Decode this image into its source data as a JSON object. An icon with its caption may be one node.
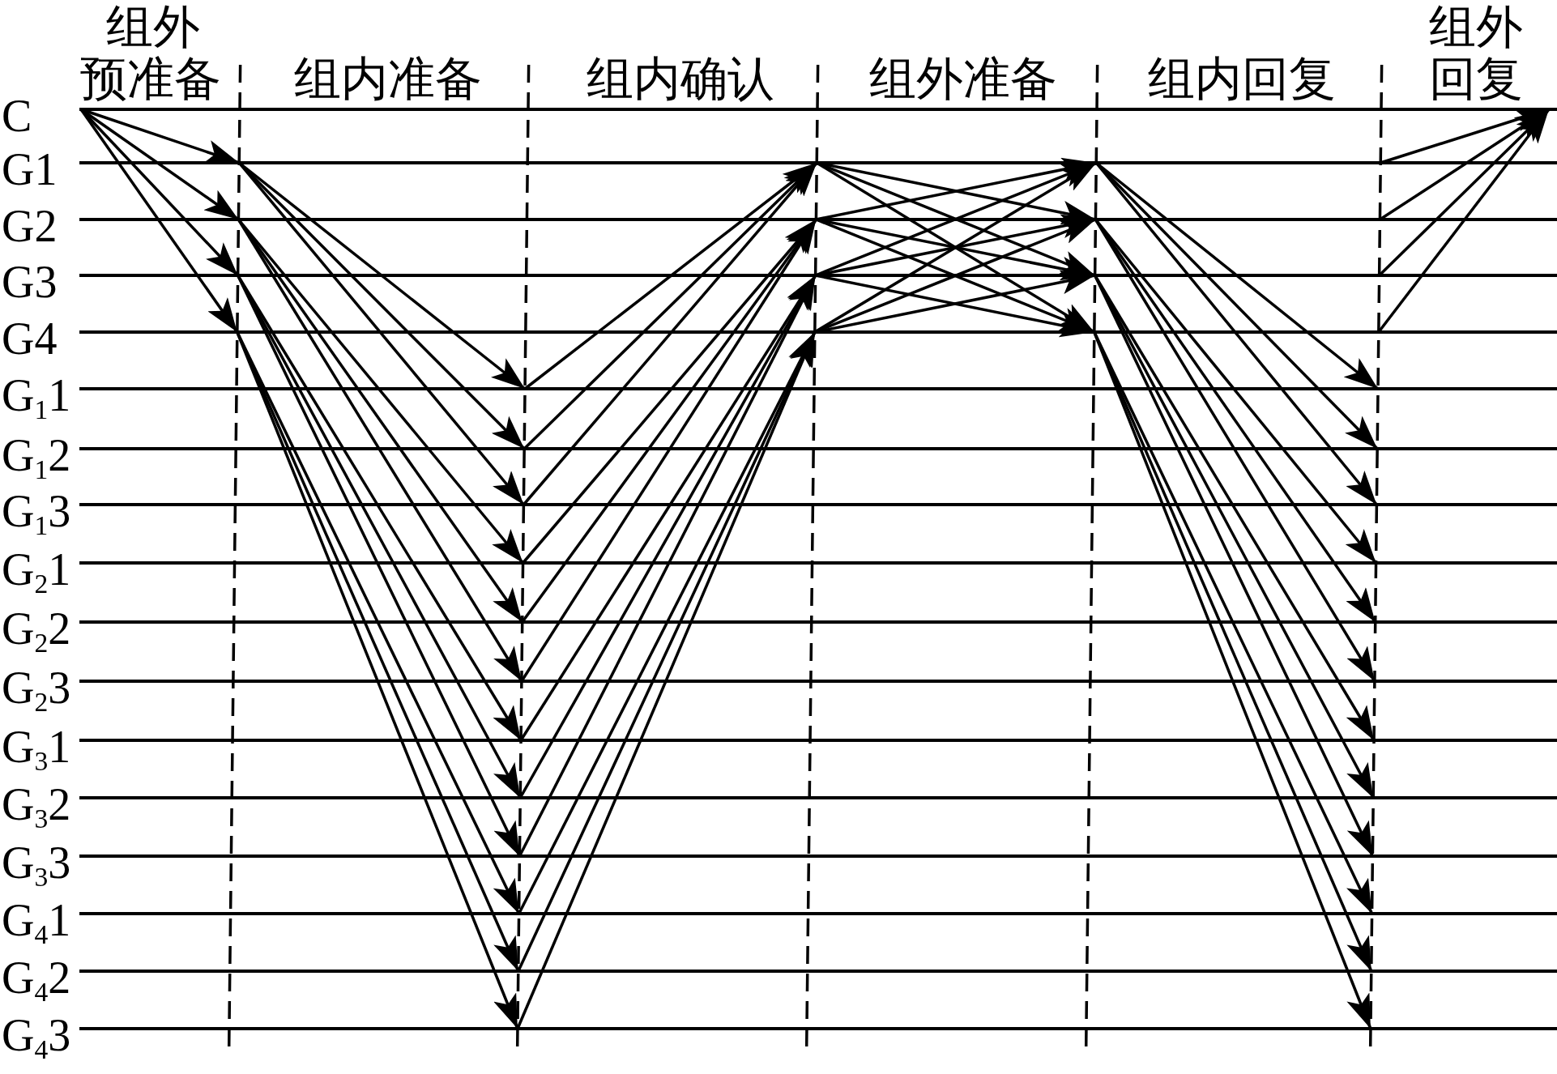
{
  "diagram": {
    "nodes": [
      {
        "text": [],
        "shape": "line",
        "beside": [
          "C"
        ]
      },
      {
        "text": [],
        "shape": "line",
        "beside": [
          "G1"
        ]
      },
      {
        "text": [],
        "shape": "line",
        "beside": [
          "G2"
        ]
      },
      {
        "text": [],
        "shape": "line",
        "beside": [
          "G3"
        ]
      },
      {
        "text": [],
        "shape": "line",
        "beside": [
          "G4"
        ]
      },
      {
        "text": [],
        "shape": "line",
        "beside": [
          "G$_{1}$1"
        ]
      },
      {
        "text": [],
        "shape": "line",
        "beside": [
          "G$_{1}$2"
        ]
      },
      {
        "text": [],
        "shape": "line",
        "beside": [
          "G$_{1}$3"
        ]
      },
      {
        "text": [],
        "shape": "line",
        "beside": [
          "G$_{2}$1"
        ]
      },
      {
        "text": [],
        "shape": "line",
        "beside": [
          "G$_{2}$2"
        ]
      },
      {
        "text": [],
        "shape": "line",
        "beside": [
          "G$_{2}$3"
        ]
      },
      {
        "text": [],
        "shape": "line",
        "beside": [
          "G$_{3}$1"
        ]
      },
      {
        "text": [],
        "shape": "line",
        "beside": [
          "G$_{3}$2"
        ]
      },
      {
        "text": [],
        "shape": "line",
        "beside": [
          "G$_{3}$3"
        ]
      },
      {
        "text": [],
        "shape": "line",
        "beside": [
          "G$_{4}$1"
        ]
      },
      {
        "text": [],
        "shape": "line",
        "beside": [
          "G$_{4}$2"
        ]
      },
      {
        "text": [],
        "shape": "line",
        "beside": [
          "G$_{4}$3"
        ]
      }
    ],
    "edges": [
      {
        "from": 0,
        "to": 1,
        "arrow": "to"
      },
      {
        "from": 0,
        "to": 2,
        "arrow": "to"
      },
      {
        "from": 0,
        "to": 3,
        "arrow": "to"
      },
      {
        "from": 0,
        "to": 4,
        "arrow": "to"
      },
      {
        "from": 1,
        "to": 5,
        "arrow": "to"
      },
      {
        "from": 1,
        "to": 6,
        "arrow": "to"
      },
      {
        "from": 1,
        "to": 7,
        "arrow": "to"
      },
      {
        "from": 2,
        "to": 8,
        "arrow": "to"
      },
      {
        "from": 2,
        "to": 9,
        "arrow": "to"
      },
      {
        "from": 2,
        "to": 10,
        "arrow": "to"
      },
      {
        "from": 3,
        "to": 11,
        "arrow": "to"
      },
      {
        "from": 3,
        "to": 12,
        "arrow": "to"
      },
      {
        "from": 3,
        "to": 13,
        "arrow": "to"
      },
      {
        "from": 4,
        "to": 14,
        "arrow": "to"
      },
      {
        "from": 4,
        "to": 15,
        "arrow": "to"
      },
      {
        "from": 4,
        "to": 16,
        "arrow": "to"
      },
      {
        "from": 5,
        "to": 1,
        "arrow": "to"
      },
      {
        "from": 6,
        "to": 1,
        "arrow": "to"
      },
      {
        "from": 7,
        "to": 1,
        "arrow": "to"
      },
      {
        "from": 8,
        "to": 2,
        "arrow": "to"
      },
      {
        "from": 9,
        "to": 2,
        "arrow": "to"
      },
      {
        "from": 10,
        "to": 2,
        "arrow": "to"
      },
      {
        "from": 11,
        "to": 3,
        "arrow": "to"
      },
      {
        "from": 12,
        "to": 3,
        "arrow": "to"
      },
      {
        "from": 13,
        "to": 3,
        "arrow": "to"
      },
      {
        "from": 14,
        "to": 4,
        "arrow": "to"
      },
      {
        "from": 15,
        "to": 4,
        "arrow": "to"
      },
      {
        "from": 16,
        "to": 4,
        "arrow": "to"
      },
      {
        "from": 1,
        "to": 2,
        "arrow": "to"
      },
      {
        "from": 1,
        "to": 3,
        "arrow": "to"
      },
      {
        "from": 1,
        "to": 4,
        "arrow": "to"
      },
      {
        "from": 2,
        "to": 1,
        "arrow": "to"
      },
      {
        "from": 2,
        "to": 3,
        "arrow": "to"
      },
      {
        "from": 2,
        "to": 4,
        "arrow": "to"
      },
      {
        "from": 3,
        "to": 1,
        "arrow": "to"
      },
      {
        "from": 3,
        "to": 2,
        "arrow": "to"
      },
      {
        "from": 3,
        "to": 4,
        "arrow": "to"
      },
      {
        "from": 4,
        "to": 1,
        "arrow": "to"
      },
      {
        "from": 4,
        "to": 2,
        "arrow": "to"
      },
      {
        "from": 4,
        "to": 3,
        "arrow": "to"
      },
      {
        "from": 1,
        "to": 5,
        "arrow": "to"
      },
      {
        "from": 1,
        "to": 6,
        "arrow": "to"
      },
      {
        "from": 1,
        "to": 7,
        "arrow": "to"
      },
      {
        "from": 2,
        "to": 8,
        "arrow": "to"
      },
      {
        "from": 2,
        "to": 9,
        "arrow": "to"
      },
      {
        "from": 2,
        "to": 10,
        "arrow": "to"
      },
      {
        "from": 3,
        "to": 11,
        "arrow": "to"
      },
      {
        "from": 3,
        "to": 12,
        "arrow": "to"
      },
      {
        "from": 3,
        "to": 13,
        "arrow": "to"
      },
      {
        "from": 4,
        "to": 14,
        "arrow": "to"
      },
      {
        "from": 4,
        "to": 15,
        "arrow": "to"
      },
      {
        "from": 4,
        "to": 16,
        "arrow": "to"
      },
      {
        "from": 1,
        "to": 0,
        "arrow": "to"
      },
      {
        "from": 2,
        "to": 0,
        "arrow": "to"
      },
      {
        "from": 3,
        "to": 0,
        "arrow": "to"
      },
      {
        "from": 4,
        "to": 0,
        "arrow": "to"
      }
    ],
    "labels": [
      "组外预准备",
      "组内准备",
      "组内确认",
      "组外准备",
      "组内回复",
      "组外回复"
    ]
  }
}
